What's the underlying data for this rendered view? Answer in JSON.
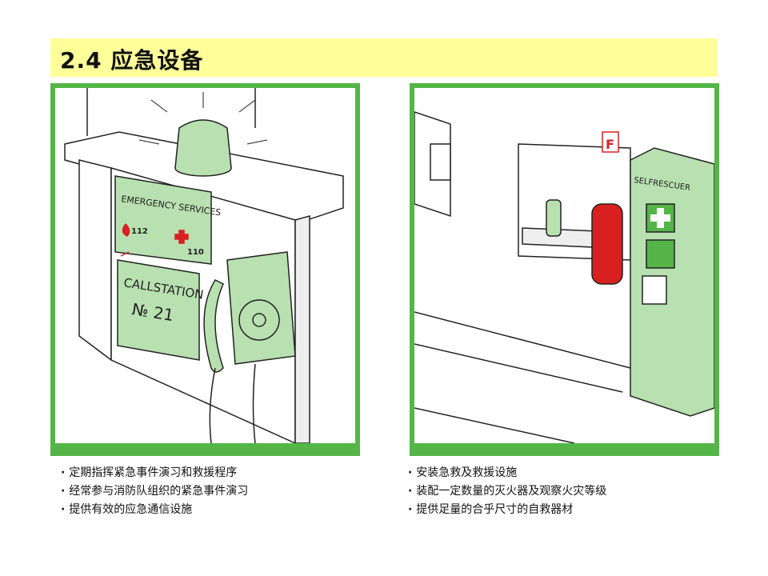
{
  "title": "2.4 应急设备",
  "left_panel": {
    "sign_header": "EMERGENCY SERVICES",
    "fire_number": "112",
    "medical_number": "110",
    "callstation_label": "CALLSTATION",
    "callstation_number": "№ 21"
  },
  "right_panel": {
    "fire_sign": "F",
    "cabinet_label": "SELFRESCUER"
  },
  "bullets_left": [
    "定期指挥紧急事件演习和救援程序",
    "经常参与消防队组织的紧急事件演习",
    "提供有效的应急通信设施"
  ],
  "bullets_right": [
    "安装急救及救援设施",
    "装配一定数量的灭火器及观察火灾等级",
    "提供足量的合乎尺寸的自救器材"
  ],
  "colors": {
    "band": "#ffff99",
    "frame": "#55b548",
    "equipment": "#b8e0b0",
    "extinguisher": "#d82020"
  }
}
